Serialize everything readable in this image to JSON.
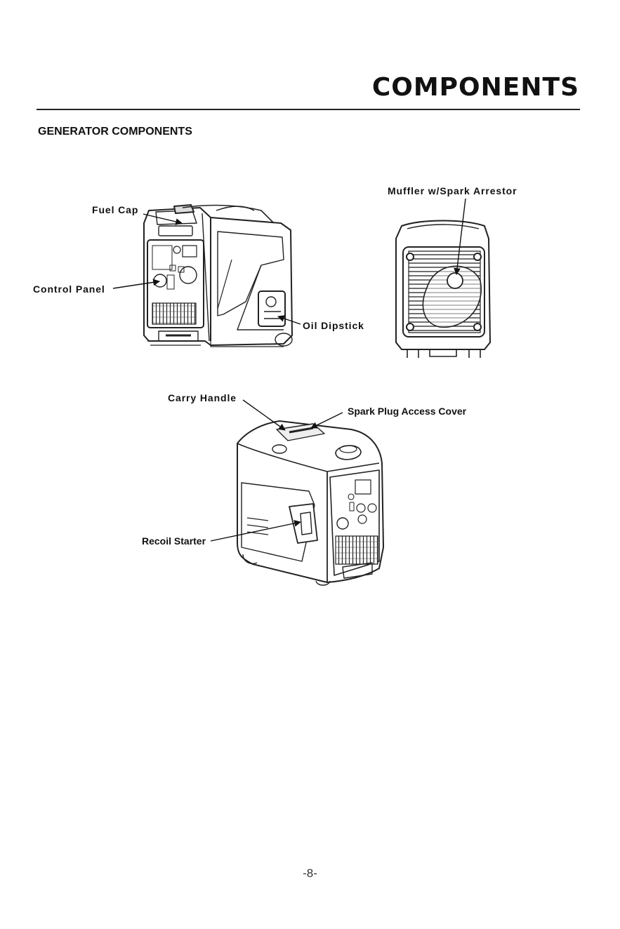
{
  "header": {
    "title": "COMPONENTS"
  },
  "section": {
    "title": "GENERATOR COMPONENTS"
  },
  "callouts": {
    "fuel_cap": "Fuel Cap",
    "control_panel": "Control Panel",
    "oil_dipstick": "Oil Dipstick",
    "muffler": "Muffler w/Spark Arrestor",
    "carry_handle": "Carry Handle",
    "spark_plug_cover": "Spark Plug Access Cover",
    "recoil_starter": "Recoil Starter"
  },
  "footer": {
    "page_number": "-8-"
  }
}
